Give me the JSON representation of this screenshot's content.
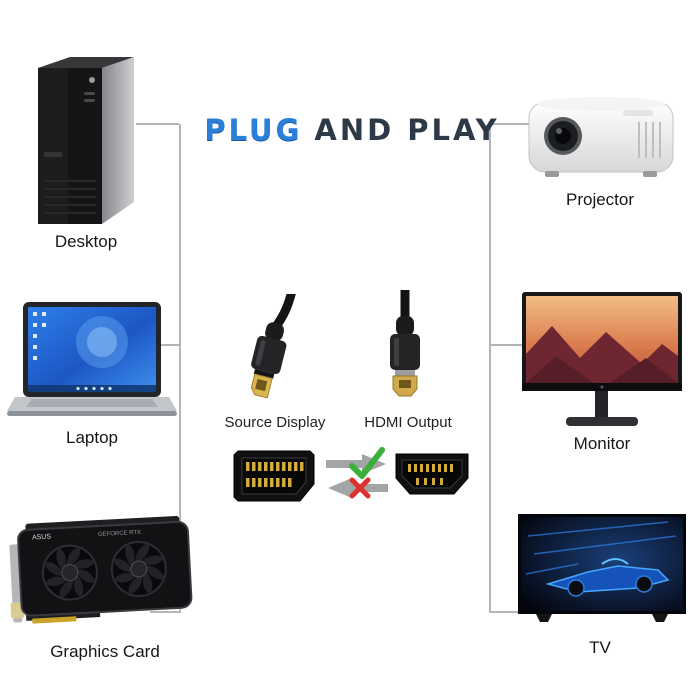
{
  "title": {
    "plug": "PLUG",
    "rest": "AND PLAY"
  },
  "sources": {
    "items": [
      {
        "label": "Desktop"
      },
      {
        "label": "Laptop"
      },
      {
        "label": "Graphics Card"
      }
    ]
  },
  "displays": {
    "items": [
      {
        "label": "Projector"
      },
      {
        "label": "Monitor"
      },
      {
        "label": "TV"
      }
    ]
  },
  "cable": {
    "source_connector_label": "Source Display",
    "output_connector_label": "HDMI Output"
  },
  "graphics_card_text": {
    "brand": "ASUS",
    "model": "GEFORCE RTX"
  },
  "colors": {
    "title_blue": "#2a7fd8",
    "title_dark": "#2c3947",
    "check_green": "#3cae3c",
    "cross_red": "#e03030",
    "line_gray": "#b5b5b5",
    "connector_gold": "#d9b54e"
  }
}
